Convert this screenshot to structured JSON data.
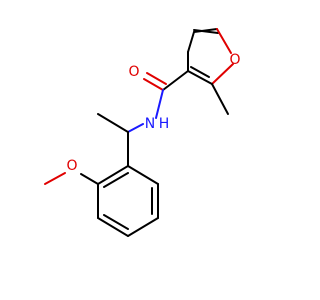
{
  "molecule": {
    "atoms": {
      "furan_o": "O",
      "carbonyl_o": "O",
      "amide_n": "N",
      "amide_h": "H",
      "methoxy_o": "O"
    },
    "colors": {
      "bond": "#000000",
      "oxygen": "#e00000",
      "nitrogen": "#1a1aff"
    }
  }
}
